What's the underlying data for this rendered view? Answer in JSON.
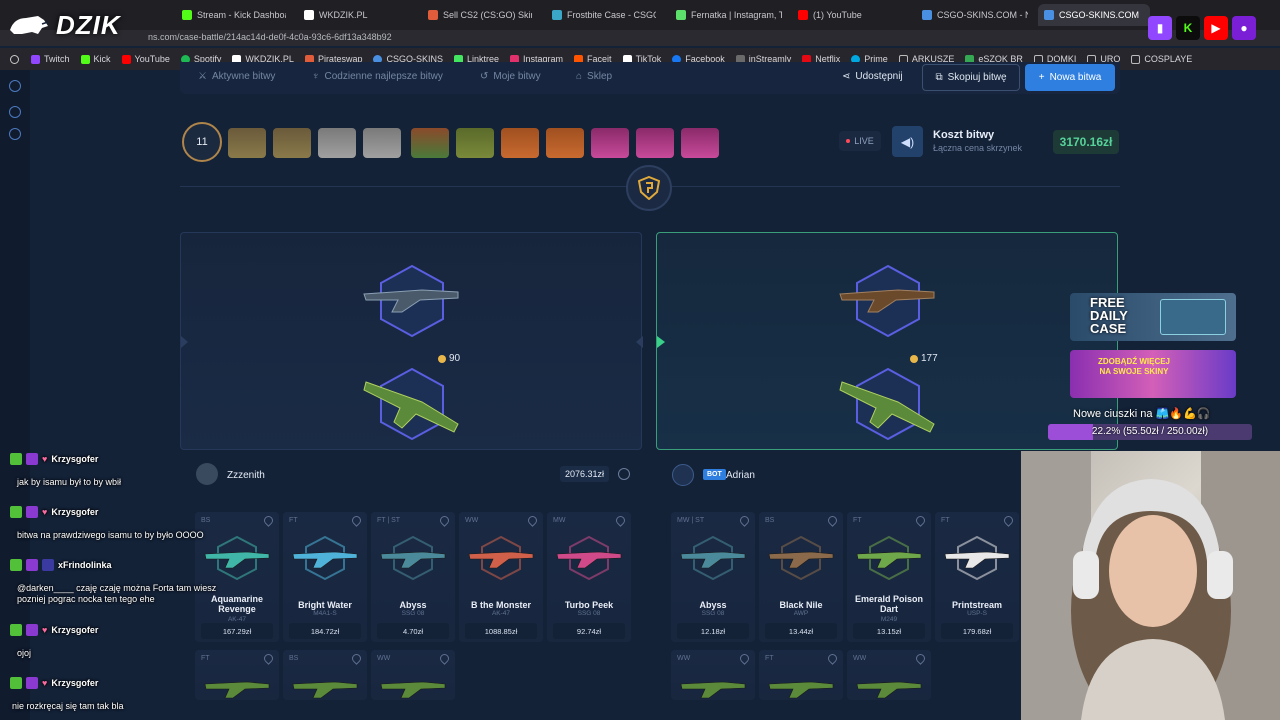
{
  "browser": {
    "tabs": [
      {
        "label": "Stream - Kick Dashboar",
        "color": "#53fc18"
      },
      {
        "label": "WKDZIK.PL",
        "color": "#ffffff"
      },
      {
        "label": "Sell CS2 (CS:GO) Skins",
        "color": "#e05c3a"
      },
      {
        "label": "Frostbite Case - CSGO-",
        "color": "#3aa7c9"
      },
      {
        "label": "Fernatka | Instagram, Ti",
        "color": "#5de06b"
      },
      {
        "label": "(1) YouTube",
        "color": "#ff0000"
      },
      {
        "label": "CSGO-SKINS.COM - Na",
        "color": "#4a90e2"
      },
      {
        "label": "CSGO-SKINS.COM",
        "color": "#4a90e2"
      }
    ],
    "url": "ns.com/case-battle/214ac14d-de0f-4c0a-93c6-6df13a348b92",
    "bookmarks": [
      {
        "label": "Twitch",
        "color": "#9146ff"
      },
      {
        "label": "Kick",
        "color": "#53fc18"
      },
      {
        "label": "YouTube",
        "color": "#ff0000"
      },
      {
        "label": "Spotify",
        "color": "#1db954"
      },
      {
        "label": "WKDZIK.PL",
        "color": "#ffffff"
      },
      {
        "label": "Pirateswap",
        "color": "#e05c3a"
      },
      {
        "label": "CSGO-SKINS",
        "color": "#4a90e2"
      },
      {
        "label": "Linktree",
        "color": "#43e660"
      },
      {
        "label": "Instagram",
        "color": "#e1306c"
      },
      {
        "label": "Faceit",
        "color": "#ff5500"
      },
      {
        "label": "TikTok",
        "color": "#ffffff"
      },
      {
        "label": "Facebook",
        "color": "#1877f2"
      },
      {
        "label": "inStreamly",
        "color": "#6a6a6a"
      },
      {
        "label": "Netflix",
        "color": "#e50914"
      },
      {
        "label": "Prime",
        "color": "#00a8e1"
      },
      {
        "label": "ARKUSZE",
        "color": "#888888"
      },
      {
        "label": "eSZOK BR",
        "color": "#34a853"
      },
      {
        "label": "DOMKI",
        "color": "#888888"
      },
      {
        "label": "URO",
        "color": "#888888"
      },
      {
        "label": "COSPLAYE",
        "color": "#888888"
      }
    ]
  },
  "overlay": {
    "logo_text": "DZIK",
    "chat": [
      {
        "user": "Krzysgofer",
        "message": "jak by isamu był to by wbił"
      },
      {
        "user": "Krzysgofer",
        "message": "bitwa na prawdziwego isamu to by było OOOO"
      },
      {
        "user": "xFrindolinka",
        "message": "@darken____ czaję czaję można Forta tam wiesz pozniej pograc nocka ten tego ehe"
      },
      {
        "user": "Krzysgofer",
        "message": "ojoj"
      },
      {
        "user": "Krzysgofer",
        "message": "nie rozkręcaj się tam tak bla"
      }
    ],
    "ads": {
      "free_case": "FREE DAILY CASE",
      "more_skins": "ZDOBĄDŹ WIĘCEJ NA SWOJE SKINY"
    },
    "goal": {
      "label": "Nowe ciuszki na",
      "text": "22.2% (55.50zł / 250.00zł)",
      "fraction": 0.222
    }
  },
  "site": {
    "nav": {
      "active_battles": "Aktywne bitwy",
      "daily_best": "Codzienne najlepsze bitwy",
      "my_battles": "Moje bitwy",
      "shop": "Sklep",
      "share": "Udostępnij",
      "copy": "Skopiuj bitwę",
      "new": "Nowa bitwa"
    },
    "round": "11",
    "live": "LIVE",
    "cost_title": "Koszt bitwy",
    "cost_sub": "Łączna cena skrzynek",
    "cost_value": "3170.16zł",
    "players": [
      {
        "name": "Zzzenith",
        "total": "2076.31zł",
        "drop_value": "90",
        "items": [
          {
            "cond": "BS",
            "name": "Aquamarine Revenge",
            "type": "AK-47",
            "price": "167.29zł",
            "color": "#3fb6a8"
          },
          {
            "cond": "FT",
            "name": "Bright Water",
            "type": "M4A1-S",
            "price": "184.72zł",
            "color": "#4fb3d9"
          },
          {
            "cond": "FT | ST",
            "name": "Abyss",
            "type": "SSG 08",
            "price": "4.70zł",
            "color": "#4a8a9a"
          },
          {
            "cond": "WW",
            "name": "B the Monster",
            "type": "AK-47",
            "price": "1088.85zł",
            "color": "#d0604a"
          },
          {
            "cond": "MW",
            "name": "Turbo Peek",
            "type": "SSG 08",
            "price": "92.74zł",
            "color": "#d04a8a"
          }
        ],
        "next_conds": [
          "FT",
          "BS",
          "WW"
        ]
      },
      {
        "name": "Adrian",
        "bot": "BOT",
        "total": "",
        "drop_value": "177",
        "items": [
          {
            "cond": "MW | ST",
            "name": "Abyss",
            "type": "SSG 08",
            "price": "12.18zł",
            "color": "#4a8a9a"
          },
          {
            "cond": "BS",
            "name": "Black Nile",
            "type": "AWP",
            "price": "13.44zł",
            "color": "#8a6a4a"
          },
          {
            "cond": "FT",
            "name": "Emerald Poison Dart",
            "type": "M249",
            "price": "13.15zł",
            "color": "#6fa84a"
          },
          {
            "cond": "FT",
            "name": "Printstream",
            "type": "USP-S",
            "price": "179.68zł",
            "color": "#e8e8e8"
          }
        ],
        "next_conds": [
          "WW",
          "FT",
          "WW"
        ]
      }
    ]
  }
}
